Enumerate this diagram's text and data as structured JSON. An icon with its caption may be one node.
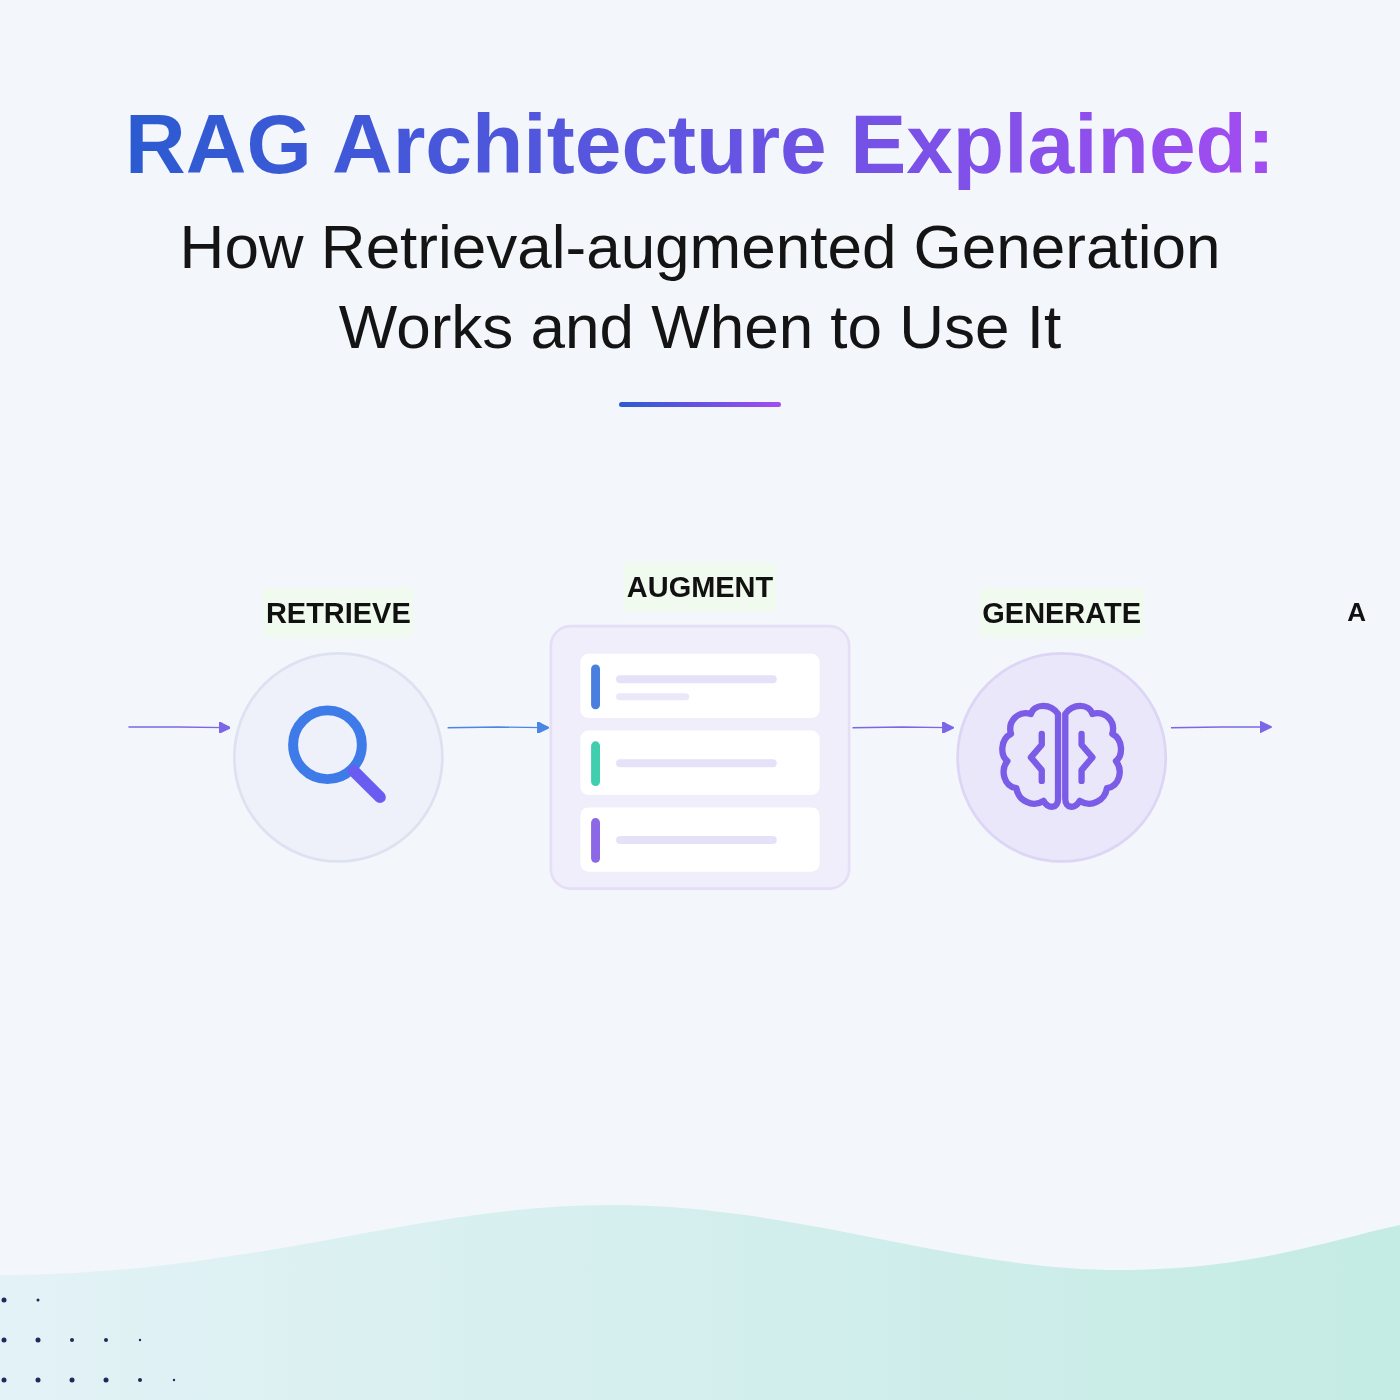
{
  "diagram": {
    "title": "RAG Architecture Explained:",
    "nodes": [
      {
        "text": [
          "RETRIEVE"
        ]
      },
      {
        "text": [
          "AUGMENT"
        ]
      },
      {
        "text": [
          "GENERATE"
        ]
      }
    ],
    "edges": [
      {
        "from": null,
        "to": 0,
        "arrow": "to"
      },
      {
        "from": 0,
        "to": 1,
        "arrow": "to",
        "color": "#4a86e6"
      },
      {
        "from": 1,
        "to": 2,
        "arrow": "to"
      },
      {
        "from": 2,
        "to": null,
        "arrow": "to"
      }
    ],
    "labels": [
      "How Retrieval-augmented Generation Works and When to Use It",
      "A"
    ]
  }
}
